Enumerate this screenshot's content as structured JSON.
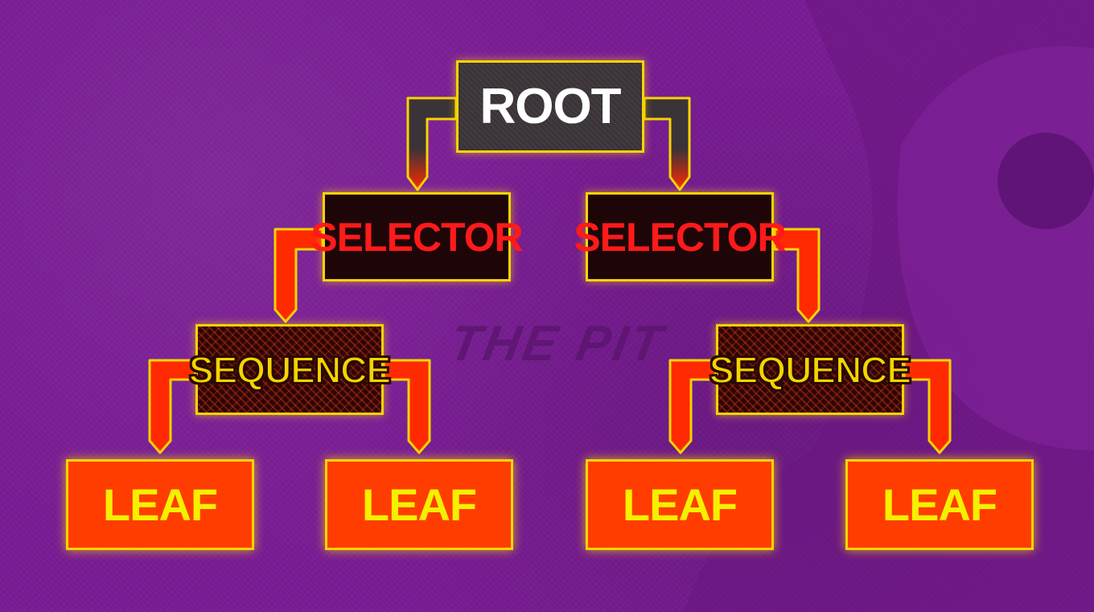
{
  "colors": {
    "background": "#7b1d96",
    "border": "#f5d400",
    "root_fill": "#3a3338",
    "selector_fill": "#1e0608",
    "selector_text": "#ff1a1a",
    "leaf_fill": "#ff3d00",
    "leaf_text": "#f5f000",
    "connector": "#ff2a00"
  },
  "watermark": "THE PIT",
  "tree": {
    "root": {
      "label": "ROOT"
    },
    "selectors": [
      {
        "label": "SELECTOR"
      },
      {
        "label": "SELECTOR"
      }
    ],
    "sequences": [
      {
        "label": "SEQUENCE"
      },
      {
        "label": "SEQUENCE"
      }
    ],
    "leaves": [
      {
        "label": "LEAF"
      },
      {
        "label": "LEAF"
      },
      {
        "label": "LEAF"
      },
      {
        "label": "LEAF"
      }
    ]
  }
}
